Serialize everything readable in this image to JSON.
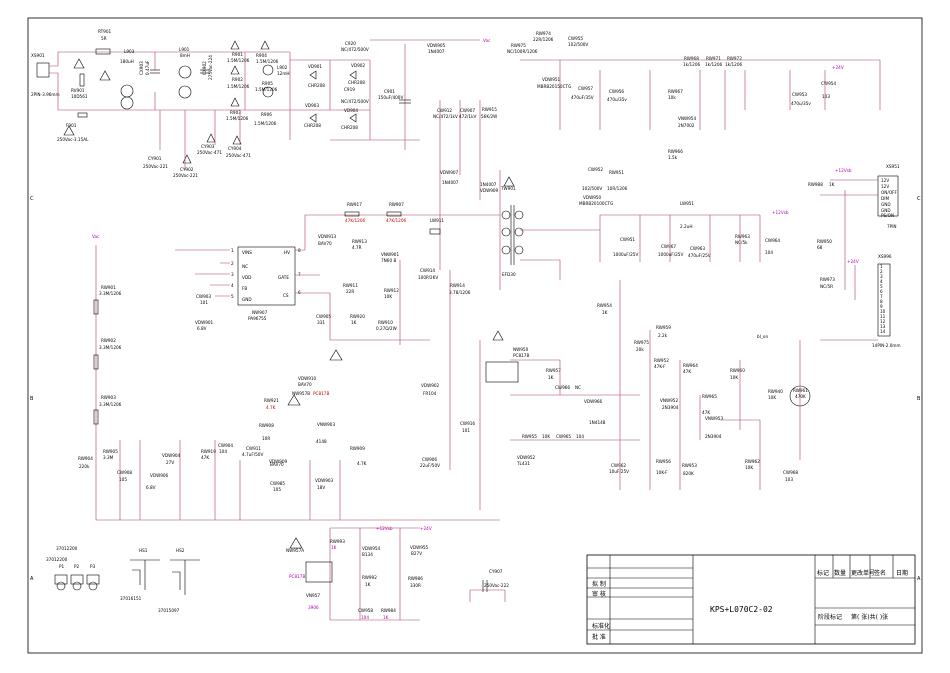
{
  "title_block": {
    "drawing_number": "KPS+L070C2-02",
    "rev_headers": [
      "标记",
      "数量",
      "更改单号",
      "签名",
      "日期"
    ],
    "rows": [
      "拟  制",
      "审  核",
      "标准化",
      "批  准"
    ],
    "stage_label": "阶段标记",
    "sheet_label": "第(  张)共(  )张"
  },
  "nets": {
    "vac": "Vac",
    "v24_top": "+24V",
    "v12_out": "+12Vsb",
    "v12_a": "+12Vsb",
    "v24_mid": "+24V",
    "v12_b": "+12Vsb",
    "v24_b": "+24V",
    "vac_left": "Vac"
  },
  "input": {
    "xs901": "XS901",
    "xs901_val": "2PIN-3.96mm",
    "rt901": "RT901",
    "rt901_val": "5R",
    "rv901": "RV901",
    "rv901_val": "10D561",
    "f901": "F901",
    "f901_val": "250Vac-3.15AL",
    "l903": "L903",
    "l903_val": "180uH",
    "cx903": "CX903",
    "cx903_val": "0.47uF",
    "l901": "L901",
    "l901_val": "8mH",
    "cx902": "CX902",
    "cx902_val": "275Vac-224",
    "r901": "R901",
    "r901_val": "1.5M/1206",
    "r902": "R902",
    "r902_val": "1.5M/1206",
    "r903": "R903",
    "r903_val": "1.5M/1206",
    "l902": "L902",
    "l902_val": "12mH",
    "r904": "R904",
    "r904_val": "1.5M/1206",
    "r905": "R905",
    "r905_val": "1.5M/1206",
    "r906": "R906",
    "r906_val": "1.5M/1206",
    "cy901": "CY901",
    "cy901_val": "250Vac-221",
    "cy902": "CY902",
    "cy902_val": "250Vac-221",
    "cy903": "CY903",
    "cy903_val": "250Vac-471",
    "cy904": "CY904",
    "cy904_val": "250Vac-471"
  },
  "bridge": {
    "vd901": "VD901",
    "vd901_val": "CHR208",
    "vd902": "VD902",
    "vd902_val": "CHR208",
    "vd903": "VD903",
    "vd903_val": "CHR208",
    "vd904": "VD904",
    "vd904_val": "CHR208",
    "c920": "C920",
    "c920_val": "NC/472/500V",
    "c919": "C919",
    "c919_val": "NC/472/500V",
    "c901": "C901",
    "c901_val": "150uF/400V",
    "vdw905": "VDW905",
    "vdw905_val": "1N4007"
  },
  "pwm": {
    "ic": "NW907",
    "ic_val": "PA96755",
    "pins_left": [
      "VINS",
      "NC",
      "VDD",
      "FB",
      "GND"
    ],
    "pins_right": [
      "HV",
      "GATE",
      "CS"
    ],
    "pin_nums_left": [
      "1",
      "2",
      "3",
      "4",
      "5"
    ],
    "pin_nums_right": [
      "8",
      "7",
      "6"
    ],
    "rw917": "RW917",
    "rw917_val": "47K/1206",
    "rw907": "RW907",
    "rw907_val": "47K/1206",
    "vdw913": "VDW913",
    "vdw913_val": "BAV70",
    "rw913": "RW913",
    "rw913_val": "4.7R",
    "vnw901": "VNW901",
    "vnw901_val": "7N60 B",
    "cw914": "CW914",
    "cw914_val": "100P/2KV",
    "rw911": "RW911",
    "rw911_val": "22R",
    "rw912": "RW912",
    "rw912_val": "10K",
    "rw910": "RW910",
    "rw910_val": "0.27Ω/2W",
    "rw920": "RW920",
    "rw920_val": "1K",
    "cw905": "CW905",
    "cw905_val": "331",
    "cw903": "CW903",
    "cw903_val": "101",
    "vdw901": "VDW901",
    "vdw901_val": "6.8V",
    "rw914": "RW914",
    "rw914_val": "3.78/1206",
    "lw911": "LW911",
    "vdw902": "VDW902",
    "vdw902_val": "FR104",
    "cw916": "CW916",
    "cw916_val": "101",
    "cw906": "CW906",
    "cw906_val": "22uF/50V"
  },
  "snubber": {
    "cw912": "CW912",
    "cw912_val": "NC/472/1kV",
    "cw907": "CW907",
    "cw907_val": "472/1kV",
    "rw915": "RW915",
    "rw915_val": "56K/2W",
    "vdw907": "VDW907",
    "vdw907_val": "1N4007",
    "vdw909": "VDW909",
    "vdw909_val": "1N4007",
    "tw901": "TW901",
    "tw901_label": "EFD30"
  },
  "output24": {
    "rw974": "RW974",
    "rw974_val": "22R/1206",
    "rw975": "RW975",
    "rw975_val": "NC/100R/1206",
    "cw955": "CW955",
    "cw955_val": "102/500V",
    "vdw951": "VDW951",
    "vdw951_val": "MBRB20150CTG",
    "cw957": "CW957",
    "cw957_val": "470uF/35V",
    "cw956": "CW956",
    "cw956_val": "470u/35v",
    "rw967": "RW967",
    "rw967_val": "10k",
    "rw966": "RW966",
    "rw966_val": "1.5k",
    "vnw954": "VNW954",
    "vnw954_val": "2N7002",
    "rw968": "RW968",
    "rw968_val": "1k/1206",
    "rw971": "RW971",
    "rw971_val": "1k/1206",
    "rw972": "RW972",
    "rw972_val": "1k/1206",
    "cw953": "CW953",
    "cw953_val": "470u/35v",
    "cw954": "CW954",
    "cw954_val": "103"
  },
  "output12": {
    "cw952": "CW952",
    "cw952_val": "102/500V",
    "rw951": "RW951",
    "rw951_val": "10R/1206",
    "vdw950": "VDW950",
    "vdw950_val": "MBRB20100CTG",
    "lw951": "LW951",
    "lw951_val": "2.2uH",
    "cw951": "CW951",
    "cw951_val": "1000uF/25V",
    "cw967": "CW967",
    "cw967_val": "1000uF/25V",
    "cw963": "CW963",
    "cw963_val": "470uF/25V",
    "rw963": "RW963",
    "rw963_val": "NC/5k",
    "cw964": "CW964",
    "cw964_val": "104",
    "rw954": "RW954",
    "rw954_val": "1K"
  },
  "feedback": {
    "nw950": "NW950",
    "nw950_val": "PC817B",
    "rw957": "RW957",
    "rw957_val": "1K",
    "cw966": "CW966",
    "cw966_val": "NC",
    "vdw966": "VDW966",
    "vdw966_val": "1N4148",
    "rw955": "RW955",
    "rw955_val": "10K",
    "cw965": "CW965",
    "cw965_val": "104",
    "vdw952": "VDW952",
    "vdw952_val": "TL431",
    "cw962": "CW962",
    "cw962_val": "10uF/25V",
    "rw956": "RW956",
    "rw956_val": "10K-F",
    "rw953": "RW953",
    "rw953_val": "820K",
    "rw975": "RW975",
    "rw975_val": "20k",
    "rw959": "RW959",
    "rw959_val": "2.2k",
    "rw952": "RW952",
    "rw952_val": "47K-F",
    "vnw952": "VNW952",
    "vnw952_val": "2N3904",
    "rw964": "RW964",
    "rw964_val": "47K",
    "rw965": "RW965",
    "rw965_val": "47K",
    "vnw953": "VNW953",
    "vnw953_val": "2N3904",
    "rw960": "RW960",
    "rw960_val": "10K",
    "rw962": "RW962",
    "rw962_val": "10K",
    "cw968": "CW968",
    "cw968_val": "103",
    "rw940": "RW940",
    "rw940_val": "10K",
    "rw961": "RW961",
    "rw961_val": "470K"
  },
  "connectors": {
    "xs951": "XS951",
    "xs951_pins": [
      "12V",
      "12V",
      "ON/OFF",
      "DIM",
      "GND",
      "GND",
      "PS/ON"
    ],
    "xs951_type": "7PIN",
    "rw988": "RW988",
    "rw988_val": "1K",
    "rw950": "RW950",
    "rw950_val": "68",
    "rw973": "RW973",
    "rw973_val": "NC/5R",
    "xs996": "XS996",
    "xs996_pins": [
      "1",
      "2",
      "3",
      "4",
      "5",
      "6",
      "7",
      "8",
      "9",
      "10",
      "11",
      "12",
      "13",
      "14"
    ],
    "xs996_type": "14PIN-2.0mm",
    "bl_on": "bl_on"
  },
  "startup": {
    "rw901": "RW901",
    "rw901_val": "3.3M/1206",
    "rw902": "RW902",
    "rw902_val": "3.3M/1206",
    "rw903": "RW903",
    "rw903_val": "3.3M/1206",
    "rw905": "RW905",
    "rw905_val": "3.3M",
    "rw904": "RW904",
    "rw904_val": "220k",
    "cw908": "CW908",
    "cw908_val": "105",
    "vdw904": "VDW904",
    "vdw904_val": "27V",
    "vdw906": "VDW906",
    "vdw906_val": "6.8V",
    "rw919": "RW919",
    "rw919_val": "47K",
    "cw904": "CW904",
    "cw904_val": "104",
    "cw911": "CW911",
    "cw911_val": "4.7uF/50V",
    "rw908": "RW908",
    "rw908_val": "10R",
    "vdw909b": "VDW909",
    "vdw909b_val": "BAV70",
    "rw921": "RW921",
    "rw921_val": "4.7K",
    "nw957b": "NW957B",
    "nw957b_val": "PC817B",
    "vnw903": "VNW903",
    "vnw903_val": "4148",
    "rw909": "RW909",
    "rw909_val": "4.7K",
    "cw985": "CW985",
    "cw985_val": "105",
    "vdw903": "VDW903",
    "vdw903_val": "18V",
    "vdw910": "VDW910",
    "vdw910_val": "BAV70"
  },
  "standby": {
    "nw957a": "NW957A",
    "nw957a_val": "PC817B",
    "rw993": "RW993",
    "rw993_val": "1K",
    "vdw954": "VDW954",
    "vdw954_val": "B134",
    "rw992": "RW992",
    "rw992_val": "1K",
    "vn957": "VN957",
    "vn957_val": "3906",
    "cw958": "CW958",
    "cw958_val": "104",
    "rw984": "RW984",
    "rw984_val": "1K",
    "vdw955": "VDW955",
    "vdw955_val": "B27V",
    "rw986": "RW986",
    "rw986_val": "330R",
    "cy907": "CY907",
    "cy907_val": "250Vac-222"
  },
  "mechanical": {
    "p_part": "37012200",
    "p_labels": [
      "P1",
      "P2",
      "P3"
    ],
    "p_part2": "37012200",
    "hs1": "HS1",
    "hs1_part": "37016151",
    "hs2": "HS2",
    "hs2_part": "37015097"
  }
}
